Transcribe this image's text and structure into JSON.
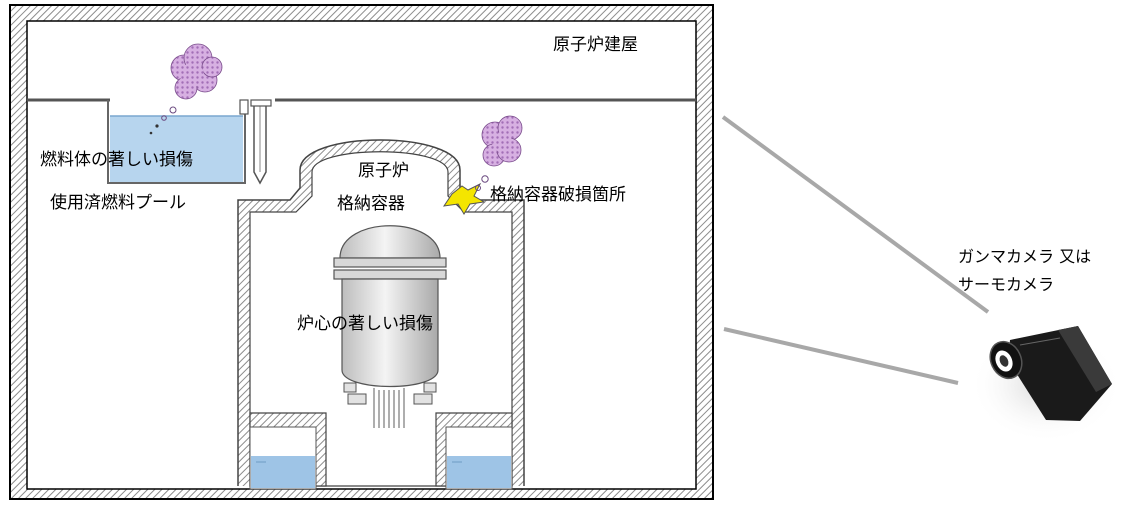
{
  "labels": {
    "building": "原子炉建屋",
    "fuel_damage": "燃料体の著しい損傷",
    "spent_fuel_pool": "使用済燃料プール",
    "reactor_line1": "原子炉",
    "reactor_line2": "格納容器",
    "containment_breach": "格納容器破損箇所",
    "core_damage": "炉心の著しい損傷",
    "camera_line1": "ガンマカメラ 又は",
    "camera_line2": "サーモカメラ"
  },
  "colors": {
    "water": "#b7d5ee",
    "water_dark": "#9ec4e6",
    "smoke": "#cfa4dc",
    "breach_star": "#f4e500",
    "view_line": "#a8a8a8",
    "wall_hatch": "#9a9a9a"
  }
}
